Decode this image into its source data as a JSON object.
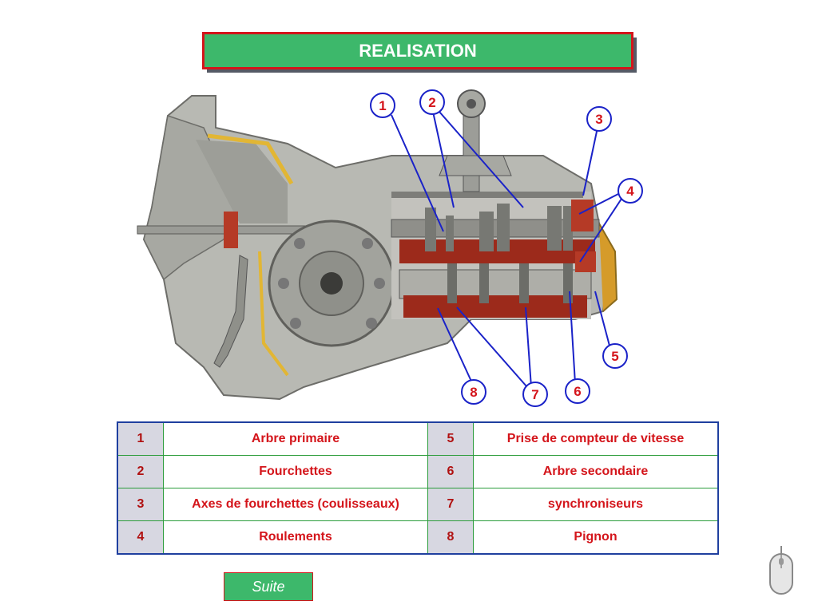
{
  "title": "REALISATION",
  "callouts": [
    "1",
    "2",
    "3",
    "4",
    "5",
    "6",
    "7",
    "8"
  ],
  "legend": {
    "rows": [
      {
        "n1": "1",
        "l1": "Arbre primaire",
        "n2": "5",
        "l2": "Prise de compteur de vitesse"
      },
      {
        "n1": "2",
        "l1": "Fourchettes",
        "n2": "6",
        "l2": "Arbre secondaire"
      },
      {
        "n1": "3",
        "l1": "Axes de fourchettes (coulisseaux)",
        "n2": "7",
        "l2": "synchroniseurs"
      },
      {
        "n1": "4",
        "l1": "Roulements",
        "n2": "8",
        "l2": "Pignon"
      }
    ]
  },
  "nav": {
    "next_label": "Suite"
  },
  "colors": {
    "callout_line": "#1a22c8",
    "callout_text": "#d4151b",
    "title_bg": "#3db86b",
    "title_border": "#d4151b"
  },
  "icons": {
    "mouse": "mouse-icon"
  }
}
